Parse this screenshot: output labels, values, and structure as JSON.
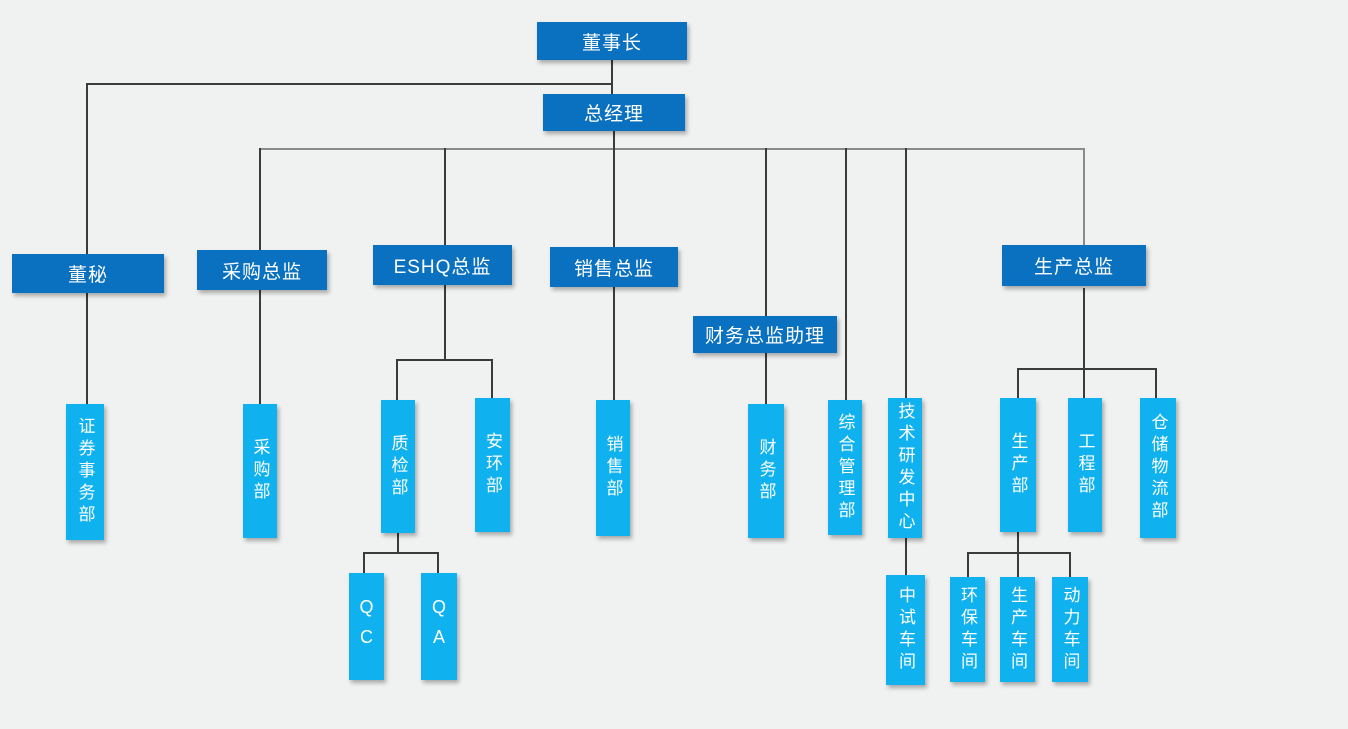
{
  "diagram": {
    "type": "org-chart",
    "colors": {
      "background": "#f0f1f1",
      "manager_box": "#0a70c0",
      "dept_box": "#10b1ef",
      "connector_line": "#3b3b3b"
    },
    "nodes": {
      "chairman": {
        "label": "董事长",
        "level": 1
      },
      "general_manager": {
        "label": "总经理",
        "level": 2
      },
      "board_secretary": {
        "label": "董秘",
        "level": 3
      },
      "procurement_director": {
        "label": "采购总监",
        "level": 3
      },
      "eshq_director": {
        "label": "ESHQ总监",
        "level": 3
      },
      "sales_director": {
        "label": "销售总监",
        "level": 3
      },
      "finance_director_assistant": {
        "label": "财务总监助理",
        "level": 3
      },
      "production_director": {
        "label": "生产总监",
        "level": 3
      },
      "securities_affairs_dept": {
        "label": "证券事务部",
        "level": 4
      },
      "procurement_dept": {
        "label": "采购部",
        "level": 4
      },
      "quality_inspection_dept": {
        "label": "质检部",
        "level": 4
      },
      "safety_environment_dept": {
        "label": "安环部",
        "level": 4
      },
      "sales_dept": {
        "label": "销售部",
        "level": 4
      },
      "finance_dept": {
        "label": "财务部",
        "level": 4
      },
      "general_management_dept": {
        "label": "综合管理部",
        "level": 4
      },
      "tech_rd_center": {
        "label": "技术研发中心",
        "level": 4
      },
      "production_dept": {
        "label": "生产部",
        "level": 4
      },
      "engineering_dept": {
        "label": "工程部",
        "level": 4
      },
      "warehouse_logistics_dept": {
        "label": "仓储物流部",
        "level": 4
      },
      "qc": {
        "label": "QC",
        "level": 5
      },
      "qa": {
        "label": "QA",
        "level": 5
      },
      "pilot_workshop": {
        "label": "中试车间",
        "level": 5
      },
      "environmental_workshop": {
        "label": "环保车间",
        "level": 5
      },
      "production_workshop": {
        "label": "生产车间",
        "level": 5
      },
      "power_workshop": {
        "label": "动力车间",
        "level": 5
      }
    },
    "edges": [
      [
        "chairman",
        "board_secretary"
      ],
      [
        "chairman",
        "general_manager"
      ],
      [
        "general_manager",
        "procurement_director"
      ],
      [
        "general_manager",
        "eshq_director"
      ],
      [
        "general_manager",
        "sales_director"
      ],
      [
        "general_manager",
        "finance_director_assistant"
      ],
      [
        "general_manager",
        "general_management_dept"
      ],
      [
        "general_manager",
        "tech_rd_center"
      ],
      [
        "general_manager",
        "production_director"
      ],
      [
        "board_secretary",
        "securities_affairs_dept"
      ],
      [
        "procurement_director",
        "procurement_dept"
      ],
      [
        "eshq_director",
        "quality_inspection_dept"
      ],
      [
        "eshq_director",
        "safety_environment_dept"
      ],
      [
        "sales_director",
        "sales_dept"
      ],
      [
        "finance_director_assistant",
        "finance_dept"
      ],
      [
        "quality_inspection_dept",
        "qc"
      ],
      [
        "quality_inspection_dept",
        "qa"
      ],
      [
        "tech_rd_center",
        "pilot_workshop"
      ],
      [
        "production_director",
        "production_dept"
      ],
      [
        "production_director",
        "engineering_dept"
      ],
      [
        "production_director",
        "warehouse_logistics_dept"
      ],
      [
        "production_dept",
        "environmental_workshop"
      ],
      [
        "production_dept",
        "production_workshop"
      ],
      [
        "production_dept",
        "power_workshop"
      ]
    ]
  }
}
